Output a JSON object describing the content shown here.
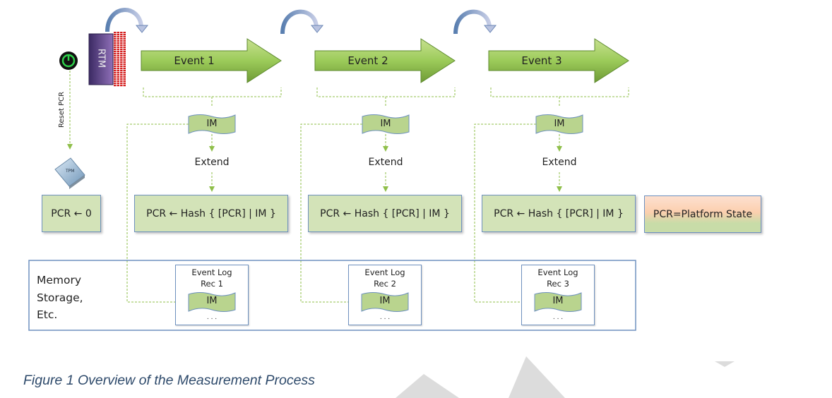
{
  "rtm_label": "RTM",
  "reset_label": "Reset PCR",
  "tpm_label": "TPM",
  "pcr_zero": "PCR ← 0",
  "events": [
    {
      "label": "Event 1",
      "im": "IM",
      "extend": "Extend",
      "formula": "PCR ← Hash { [PCR] | IM }",
      "log_title": "Event Log",
      "log_rec": "Rec 1",
      "log_im": "IM",
      "log_more": ". . ."
    },
    {
      "label": "Event 2",
      "im": "IM",
      "extend": "Extend",
      "formula": "PCR ← Hash { [PCR] | IM }",
      "log_title": "Event Log",
      "log_rec": "Rec 2",
      "log_im": "IM",
      "log_more": ". . ."
    },
    {
      "label": "Event 3",
      "im": "IM",
      "extend": "Extend",
      "formula": "PCR ← Hash { [PCR] | IM }",
      "log_title": "Event Log",
      "log_rec": "Rec 3",
      "log_im": "IM",
      "log_more": ". . ."
    }
  ],
  "platform_state": "PCR=Platform State",
  "memory_label": [
    "Memory",
    "Storage,",
    "Etc."
  ],
  "caption": "Figure 1 Overview of the Measurement Process",
  "colors": {
    "event_green": "#8fbf4a",
    "box_green": "#d3e3b8",
    "border_blue": "#6e91bf",
    "rtm_purple": "#5a3f86",
    "caption": "#2e4a6b"
  }
}
